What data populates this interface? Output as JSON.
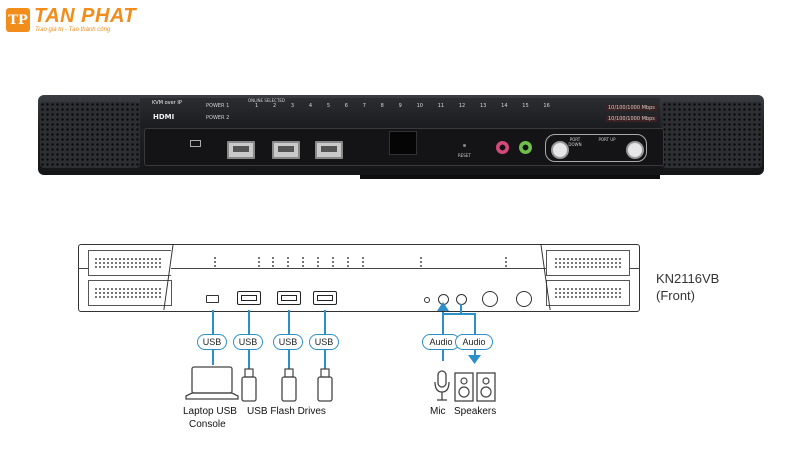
{
  "logo": {
    "name": "TAN PHAT",
    "tagline": "Trao giá trị - Tạo thành công",
    "mark": "TP"
  },
  "photo": {
    "brand": "KVM over IP",
    "hdmi": "HDMI",
    "power1": "POWER 1",
    "power2": "POWER 2",
    "status_labels": "ONLINE  SELECTED",
    "ports": [
      "1",
      "2",
      "3",
      "4",
      "5",
      "6",
      "7",
      "8",
      "9",
      "10",
      "11",
      "12",
      "13",
      "14",
      "15",
      "16"
    ],
    "lan1": "10/100/1000 Mbps",
    "lan2": "10/100/1000 Mbps",
    "reset": "RESET",
    "port_down": "PORT DOWN",
    "port_up": "PORT UP"
  },
  "diagram": {
    "model": "KN2116VB",
    "view": "(Front)",
    "tags": {
      "usb": "USB",
      "audio": "Audio"
    },
    "captions": {
      "laptop": "Laptop USB",
      "console": "Console",
      "flash": "USB Flash Drives",
      "mic": "Mic",
      "speakers": "Speakers"
    }
  },
  "colors": {
    "brand_orange": "#f28c1a",
    "connector_blue": "#2b8fc9"
  }
}
